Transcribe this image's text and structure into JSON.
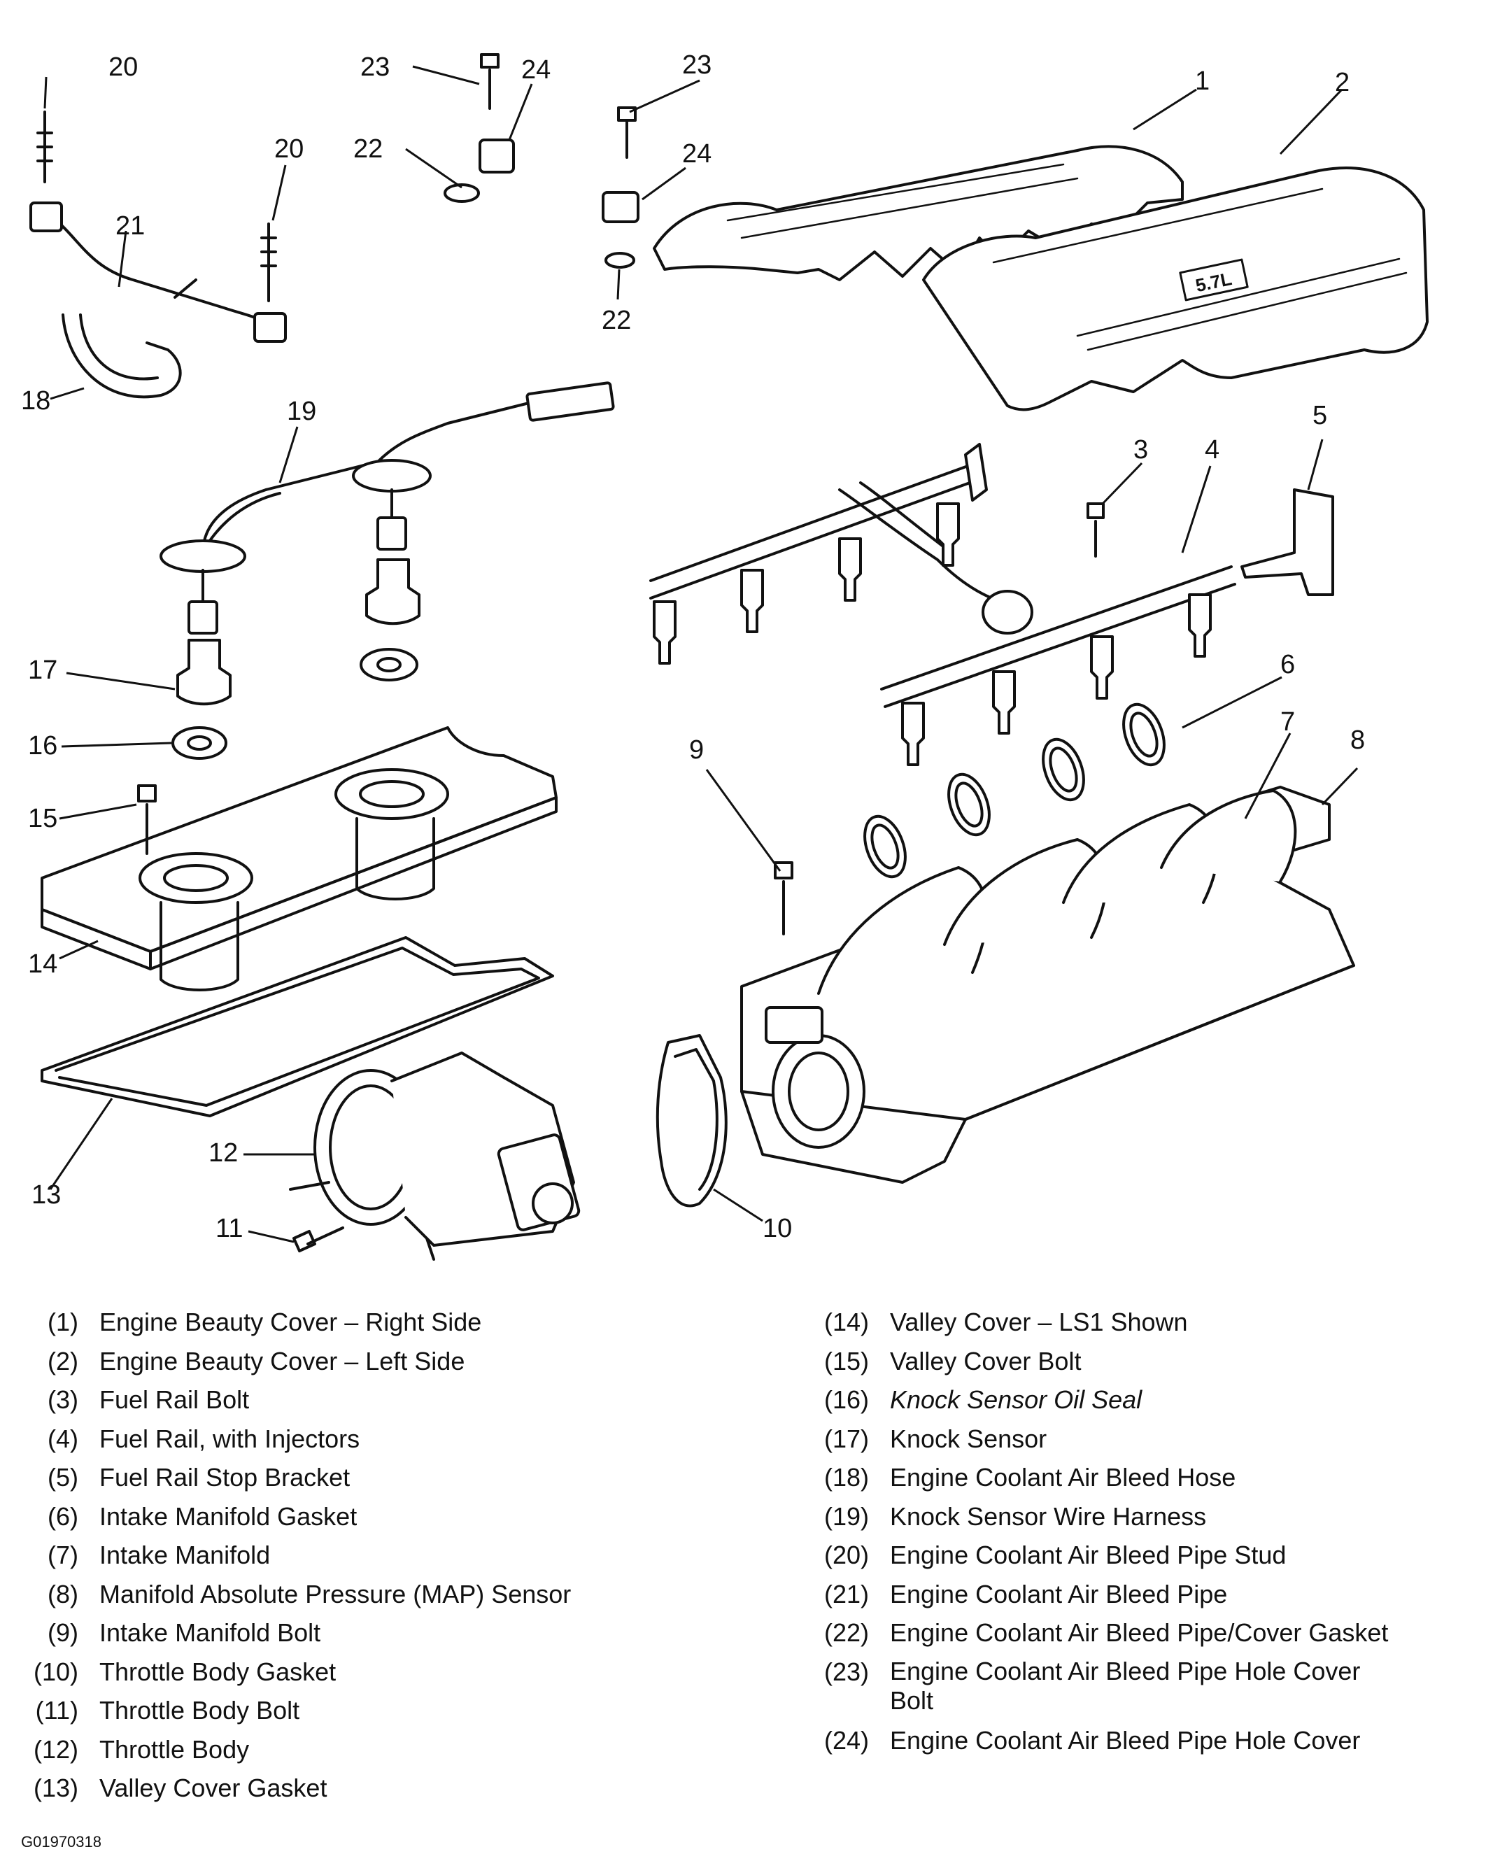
{
  "figure_code": "G01970318",
  "callouts": [
    "1",
    "2",
    "3",
    "4",
    "5",
    "6",
    "7",
    "8",
    "9",
    "10",
    "11",
    "12",
    "13",
    "14",
    "15",
    "16",
    "17",
    "18",
    "19",
    "20",
    "20",
    "21",
    "22",
    "22",
    "23",
    "23",
    "24",
    "24"
  ],
  "legend_left": [
    {
      "num": "(1)",
      "label": "Engine Beauty Cover – Right Side"
    },
    {
      "num": "(2)",
      "label": "Engine Beauty Cover – Left Side"
    },
    {
      "num": "(3)",
      "label": "Fuel Rail Bolt"
    },
    {
      "num": "(4)",
      "label": "Fuel Rail, with Injectors"
    },
    {
      "num": "(5)",
      "label": "Fuel Rail Stop Bracket"
    },
    {
      "num": "(6)",
      "label": "Intake Manifold Gasket"
    },
    {
      "num": "(7)",
      "label": "Intake Manifold"
    },
    {
      "num": "(8)",
      "label": "Manifold Absolute Pressure (MAP) Sensor"
    },
    {
      "num": "(9)",
      "label": "Intake Manifold Bolt"
    },
    {
      "num": "(10)",
      "label": "Throttle Body Gasket"
    },
    {
      "num": "(11)",
      "label": "Throttle Body Bolt"
    },
    {
      "num": "(12)",
      "label": "Throttle Body"
    },
    {
      "num": "(13)",
      "label": "Valley Cover Gasket"
    }
  ],
  "legend_right": [
    {
      "num": "(14)",
      "label": "Valley Cover – LS1 Shown"
    },
    {
      "num": "(15)",
      "label": "Valley Cover Bolt"
    },
    {
      "num": "(16)",
      "label": "Knock Sensor Oil Seal"
    },
    {
      "num": "(17)",
      "label": "Knock Sensor"
    },
    {
      "num": "(18)",
      "label": "Engine Coolant Air Bleed Hose"
    },
    {
      "num": "(19)",
      "label": "Knock Sensor Wire Harness"
    },
    {
      "num": "(20)",
      "label": "Engine Coolant Air Bleed Pipe Stud"
    },
    {
      "num": "(21)",
      "label": "Engine Coolant Air Bleed Pipe"
    },
    {
      "num": "(22)",
      "label": "Engine Coolant Air Bleed Pipe/Cover Gasket"
    },
    {
      "num": "(23)",
      "label": "Engine Coolant Air Bleed Pipe Hole Cover Bolt"
    },
    {
      "num": "(24)",
      "label": "Engine Coolant Air Bleed Pipe Hole Cover"
    }
  ],
  "cover_badge_text": "5.7L"
}
